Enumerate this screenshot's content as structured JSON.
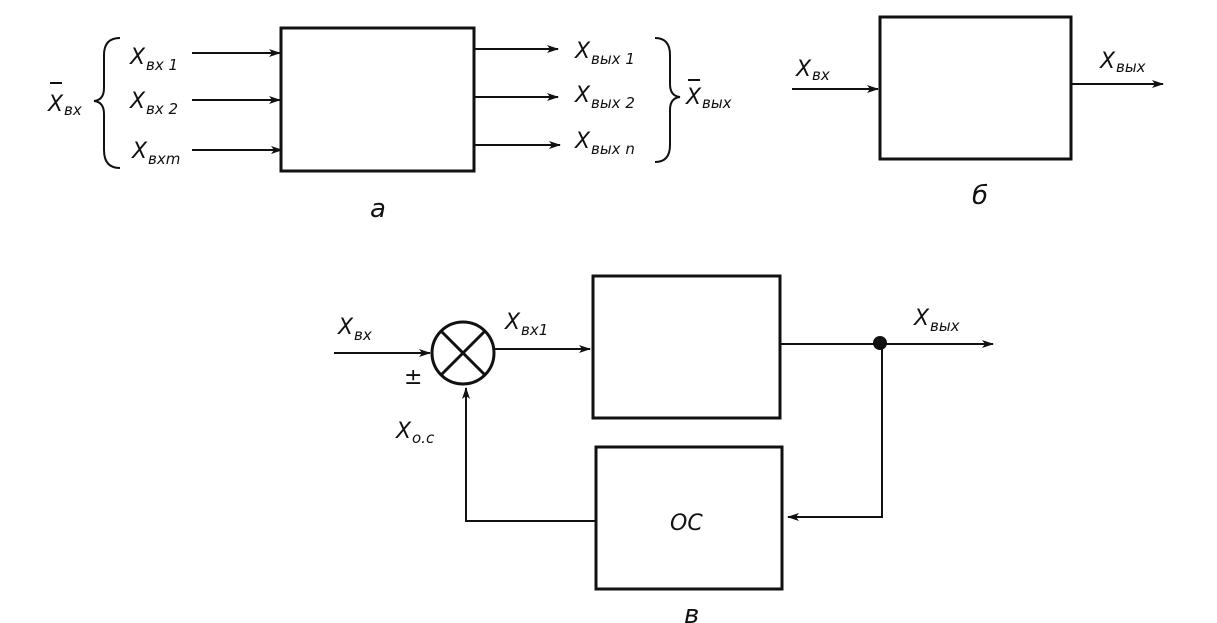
{
  "diagram_a": {
    "input_group": {
      "main": "X",
      "sub": "вх"
    },
    "inputs": [
      {
        "main": "X",
        "sub": "вх 1"
      },
      {
        "main": "X",
        "sub": "вх 2"
      },
      {
        "main": "X",
        "sub": "вхm"
      }
    ],
    "outputs": [
      {
        "main": "X",
        "sub": "вых 1"
      },
      {
        "main": "X",
        "sub": "вых 2"
      },
      {
        "main": "X",
        "sub": "вых n"
      }
    ],
    "output_group": {
      "main": "X",
      "sub": "вых"
    },
    "caption": "а"
  },
  "diagram_b": {
    "input": {
      "main": "X",
      "sub": "вх"
    },
    "output": {
      "main": "X",
      "sub": "вых"
    },
    "caption": "б"
  },
  "diagram_c": {
    "input": {
      "main": "X",
      "sub": "вх"
    },
    "sign": "±",
    "feedback_signal": {
      "main": "X",
      "sub": "o.c"
    },
    "mid_signal": {
      "main": "X",
      "sub": "вх1"
    },
    "output": {
      "main": "X",
      "sub": "вых"
    },
    "feedback_block": "ОС",
    "caption": "в"
  }
}
